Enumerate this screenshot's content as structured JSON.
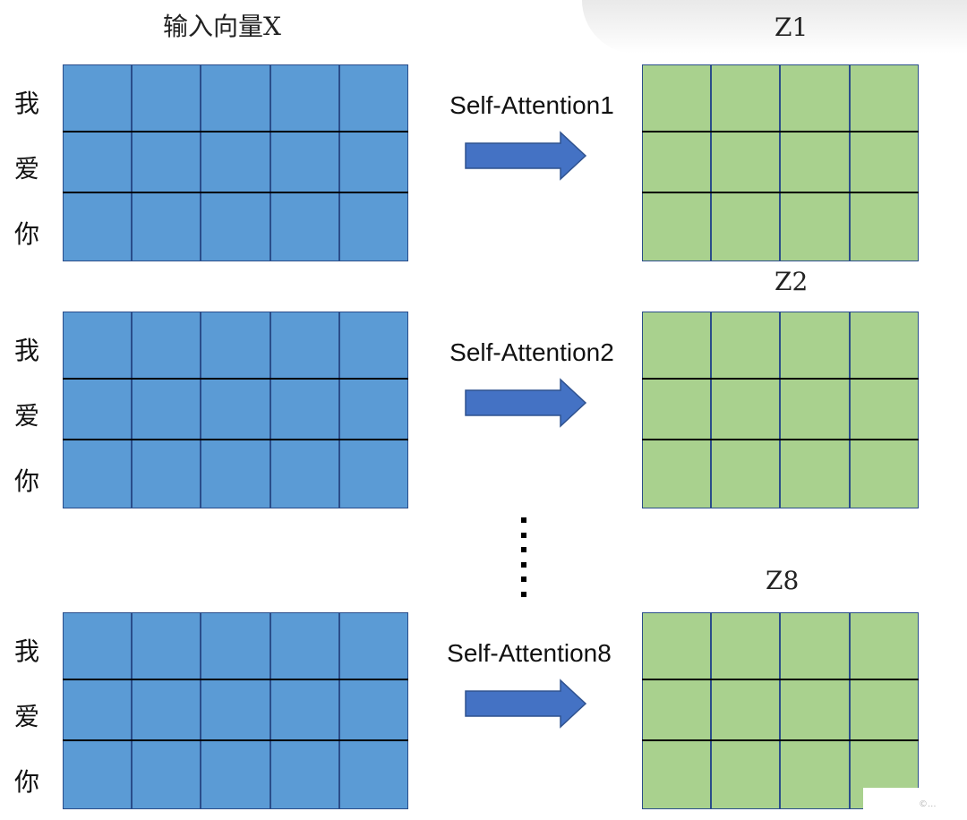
{
  "input_title": "输入向量X",
  "tokens": [
    "我",
    "爱",
    "你"
  ],
  "colors": {
    "input": "#5b9bd5",
    "output": "#a9d18e",
    "arrow": "#4472c4",
    "border": "#2a4d8a"
  },
  "blocks": [
    {
      "attention_label": "Self-Attention1",
      "output_label": "Z1"
    },
    {
      "attention_label": "Self-Attention2",
      "output_label": "Z2"
    },
    {
      "attention_label": "Self-Attention8",
      "output_label": "Z8"
    }
  ],
  "input_grid": {
    "rows": 3,
    "cols": 5
  },
  "output_grid": {
    "rows": 3,
    "cols": 4
  },
  "continuation_icon": "vertical-ellipsis-dots",
  "watermark": "©..."
}
